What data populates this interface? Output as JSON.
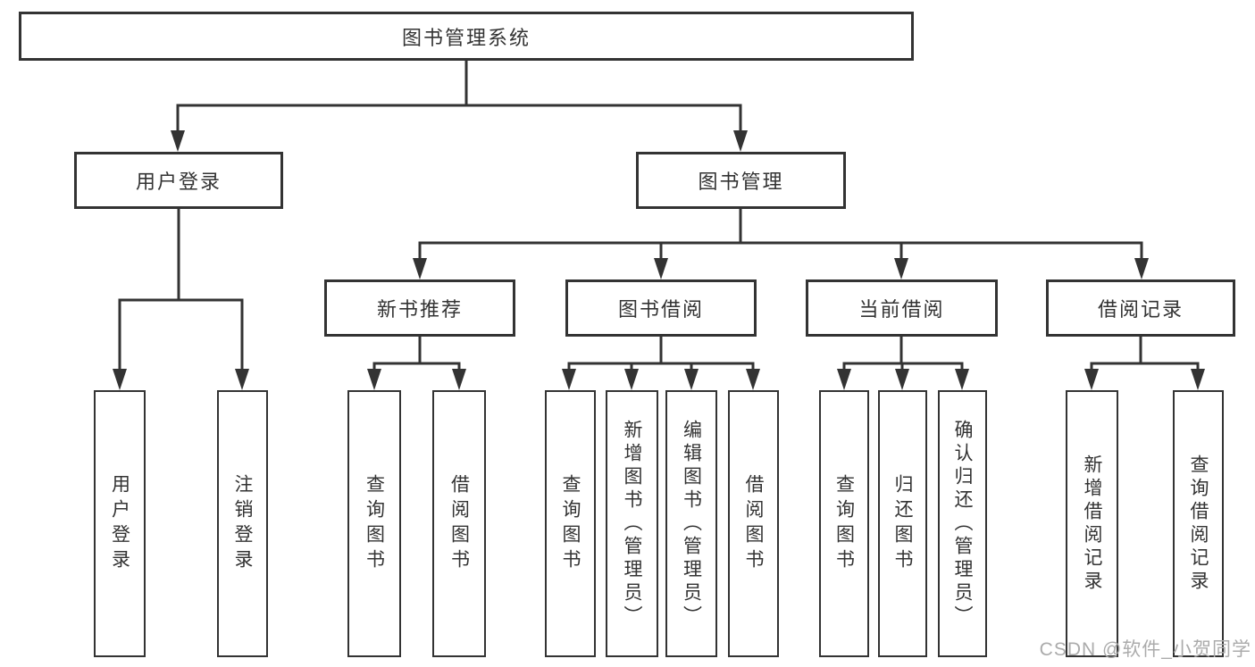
{
  "diagram": {
    "title": {
      "label": "图书管理系统"
    },
    "level2": [
      {
        "id": "user-login",
        "label": "用户登录"
      },
      {
        "id": "book-management",
        "label": "图书管理"
      }
    ],
    "level3": [
      {
        "id": "new-book-recommend",
        "label": "新书推荐"
      },
      {
        "id": "book-borrow",
        "label": "图书借阅"
      },
      {
        "id": "current-borrow",
        "label": "当前借阅"
      },
      {
        "id": "borrow-records",
        "label": "借阅记录"
      }
    ],
    "leaves": {
      "user_login": [
        "用户登录",
        "注销登录"
      ],
      "new_book_recommend": [
        "查询图书",
        "借阅图书"
      ],
      "book_borrow": [
        "查询图书",
        "新增图书（管理员）",
        "编辑图书（管理员）",
        "借阅图书"
      ],
      "current_borrow": [
        "查询图书",
        "归还图书",
        "确认归还（管理员）"
      ],
      "borrow_records": [
        "新增借阅记录",
        "查询借阅记录"
      ]
    }
  },
  "watermark": {
    "text": "CSDN @软件_小贺同学"
  },
  "colors": {
    "line": "#333333",
    "box_border": "#333333",
    "text": "#333333",
    "watermark": "#ababab",
    "background": "#ffffff"
  }
}
